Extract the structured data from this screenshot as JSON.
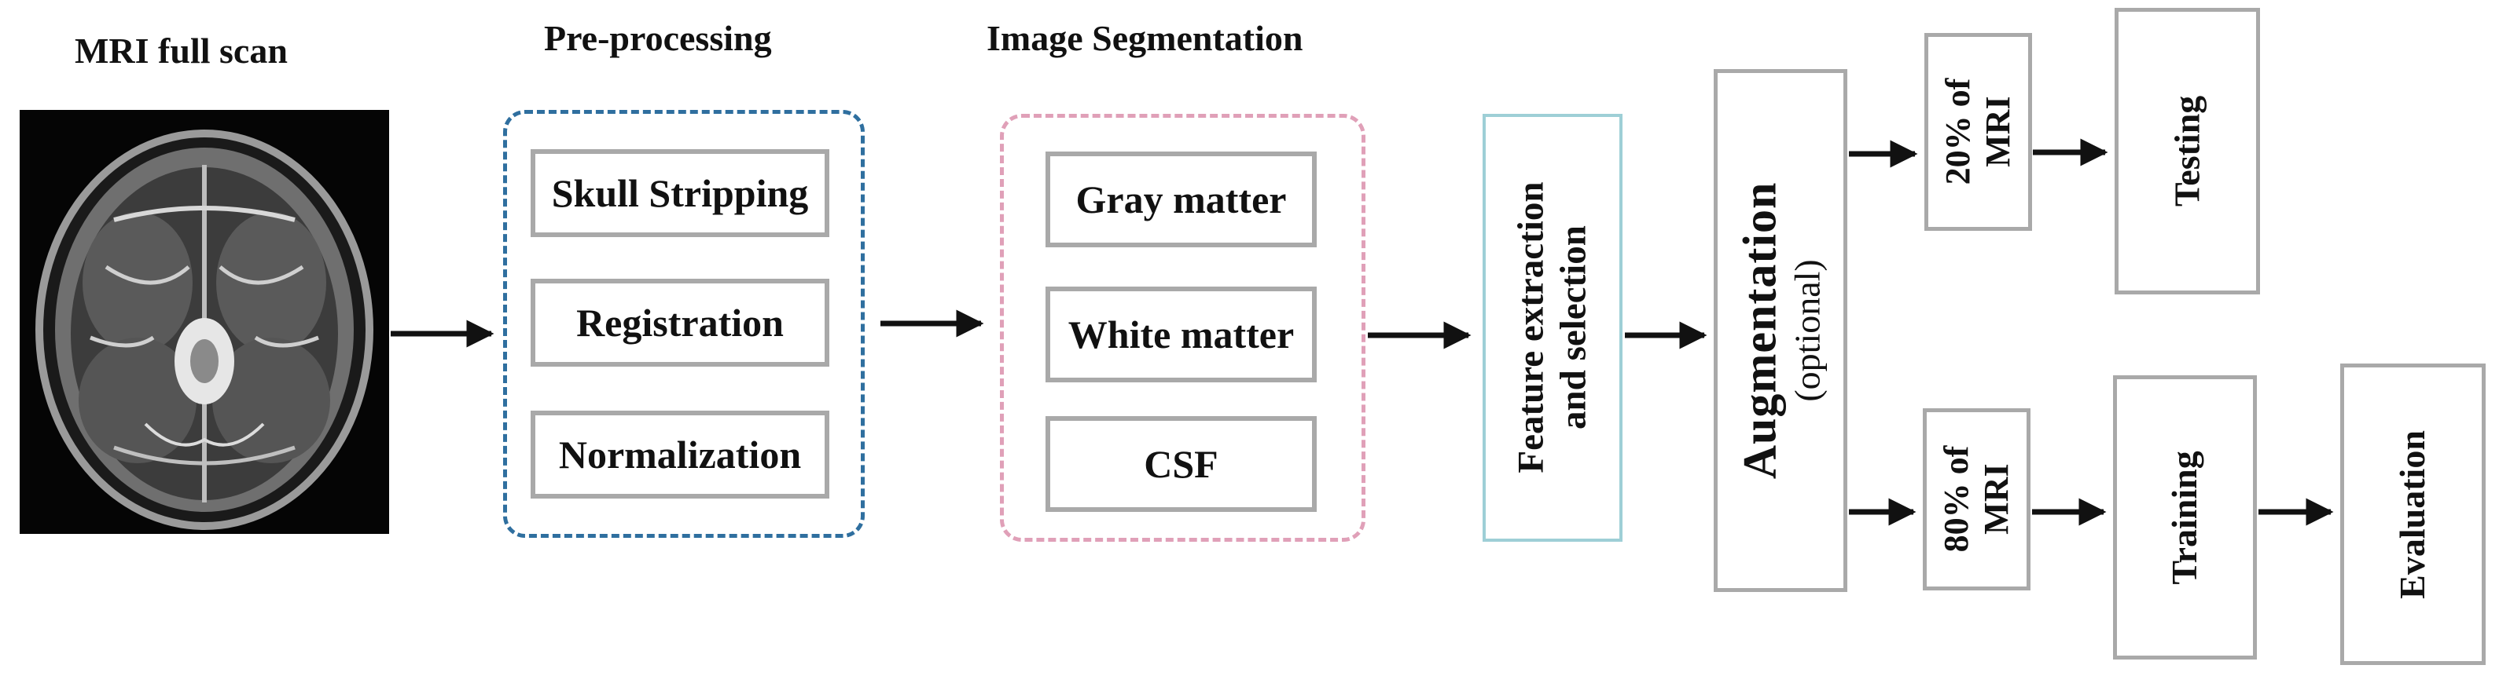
{
  "titles": {
    "mri_scan": "MRI full scan",
    "preprocessing": "Pre-processing",
    "segmentation": "Image Segmentation"
  },
  "preprocessing_steps": [
    "Skull Stripping",
    "Registration",
    "Normalization"
  ],
  "segmentation_classes": [
    "Gray matter",
    "White matter",
    "CSF"
  ],
  "feature_box": {
    "line1": "Feature extraction",
    "line2": "and selection"
  },
  "augmentation": {
    "title": "Augmentation",
    "note": "(optional)"
  },
  "split": {
    "test": {
      "line1": "20% of",
      "line2": "MRI"
    },
    "train": {
      "line1": "80% of",
      "line2": "MRI"
    }
  },
  "stages": {
    "testing": "Testing",
    "training": "Training",
    "evaluation": "Evaluation"
  },
  "colors": {
    "preprocessing_border": "#2f6f9f",
    "segmentation_border": "#e0a0b8",
    "feature_border": "#9ecfd6",
    "box_border": "#a9a9a9"
  }
}
